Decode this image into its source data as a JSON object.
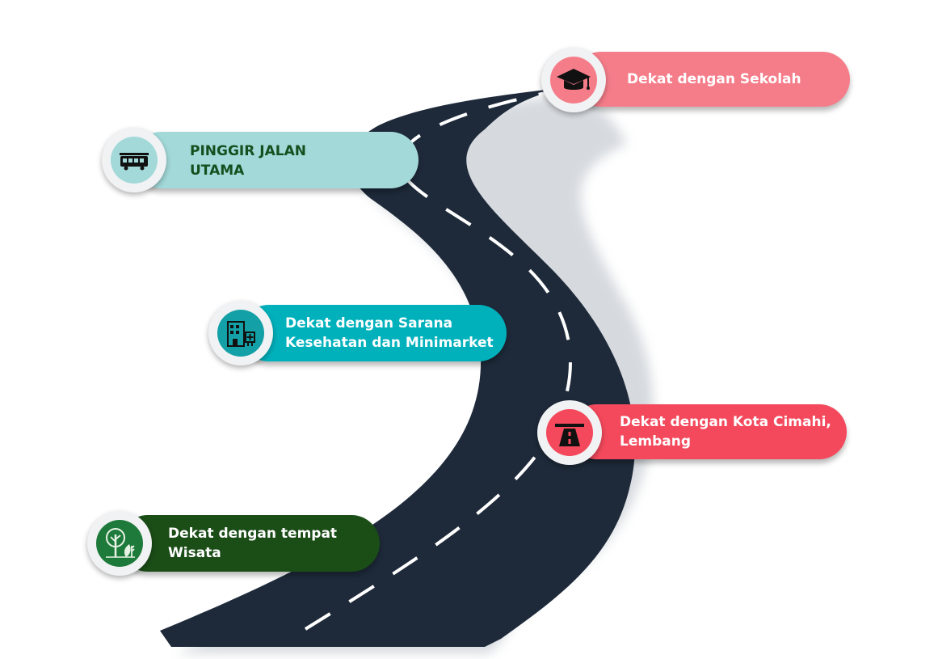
{
  "items": [
    {
      "label": "Dekat dengan Sekolah",
      "icon": "graduation-cap-icon",
      "color": "#f57d8a",
      "text_color": "#ffffff"
    },
    {
      "label": "PINGGIR JALAN UTAMA",
      "icon": "bus-icon",
      "color": "#a3d9d9",
      "text_color": "#14501f"
    },
    {
      "label": "Dekat dengan Sarana Kesehatan dan Minimarket",
      "icon": "building-icon",
      "color": "#00b1bc",
      "text_color": "#ffffff"
    },
    {
      "label": "Dekat dengan Kota Cimahi, Lembang",
      "icon": "highway-icon",
      "color": "#f4495c",
      "text_color": "#ffffff"
    },
    {
      "label": "Dekat dengan tempat Wisata",
      "icon": "tree-icon",
      "color": "#1b4d17",
      "text_color": "#ffffff"
    }
  ],
  "road_color": "#1e2a3a"
}
